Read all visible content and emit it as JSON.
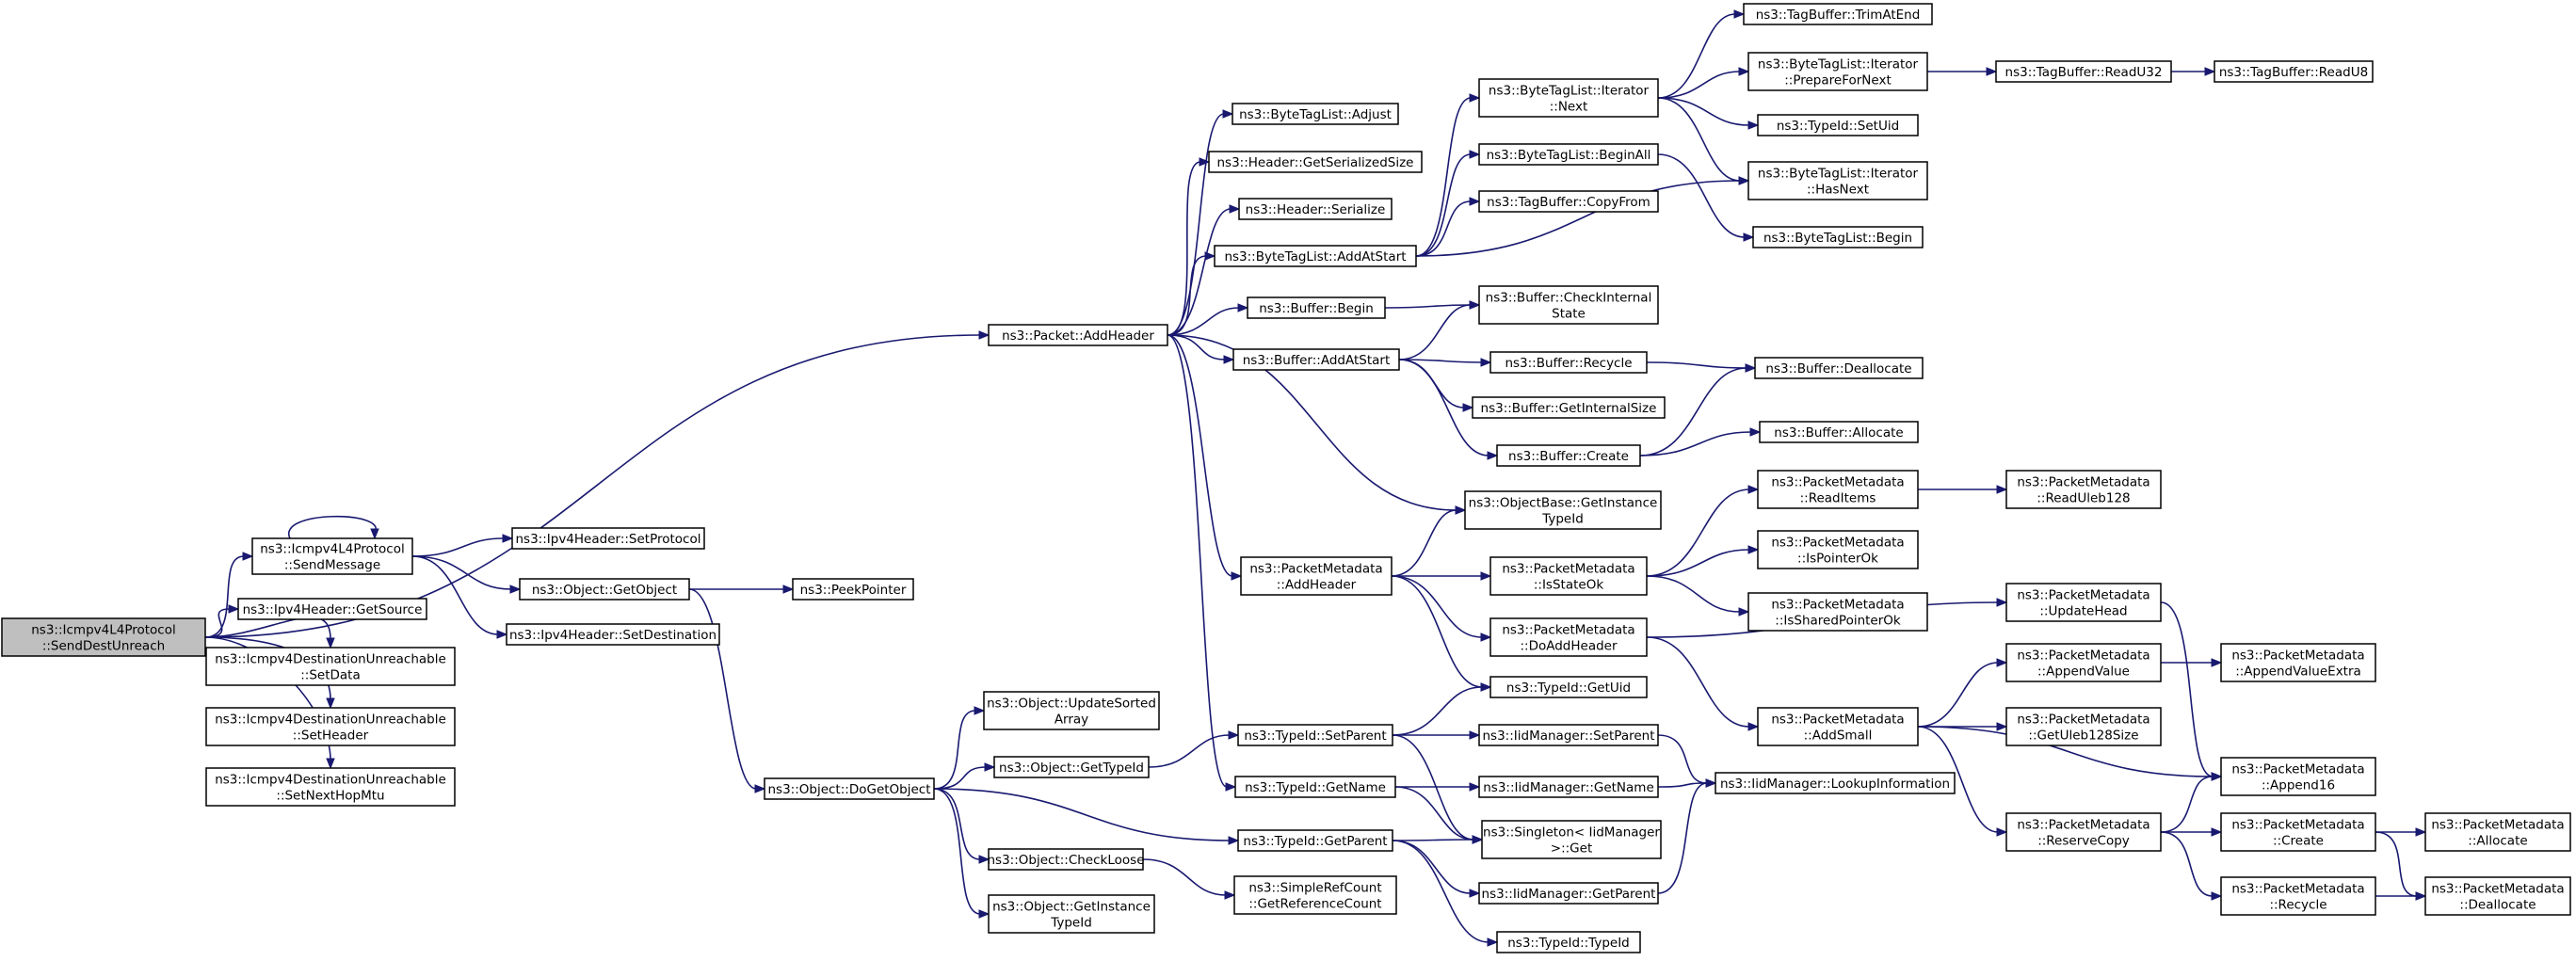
{
  "graph": {
    "root": "n0",
    "nodes": [
      {
        "id": "n0",
        "lines": [
          "ns3::Icmpv4L4Protocol",
          "::SendDestUnreach"
        ],
        "root": true
      },
      {
        "id": "n1",
        "lines": [
          "ns3::Packet::AddHeader"
        ]
      },
      {
        "id": "n2",
        "lines": [
          "ns3::Icmpv4L4Protocol",
          "::SendMessage"
        ]
      },
      {
        "id": "n3",
        "lines": [
          "ns3::Ipv4Header::GetSource"
        ]
      },
      {
        "id": "n4",
        "lines": [
          "ns3::Icmpv4DestinationUnreachable",
          "::SetData"
        ]
      },
      {
        "id": "n5",
        "lines": [
          "ns3::Icmpv4DestinationUnreachable",
          "::SetHeader"
        ]
      },
      {
        "id": "n6",
        "lines": [
          "ns3::Icmpv4DestinationUnreachable",
          "::SetNextHopMtu"
        ]
      },
      {
        "id": "n7",
        "lines": [
          "ns3::ByteTagList::Adjust"
        ]
      },
      {
        "id": "n8",
        "lines": [
          "ns3::Header::GetSerializedSize"
        ]
      },
      {
        "id": "n9",
        "lines": [
          "ns3::Header::Serialize"
        ]
      },
      {
        "id": "n10",
        "lines": [
          "ns3::ByteTagList::AddAtStart"
        ]
      },
      {
        "id": "n11",
        "lines": [
          "ns3::Buffer::Begin"
        ]
      },
      {
        "id": "n12",
        "lines": [
          "ns3::Buffer::AddAtStart"
        ]
      },
      {
        "id": "n13",
        "lines": [
          "ns3::ObjectBase::GetInstance",
          "TypeId"
        ]
      },
      {
        "id": "n14",
        "lines": [
          "ns3::PacketMetadata",
          "::AddHeader"
        ]
      },
      {
        "id": "n15",
        "lines": [
          "ns3::TypeId::GetName"
        ]
      },
      {
        "id": "n16",
        "lines": [
          "ns3::ByteTagList::Iterator",
          "::Next"
        ]
      },
      {
        "id": "n17",
        "lines": [
          "ns3::ByteTagList::BeginAll"
        ]
      },
      {
        "id": "n18",
        "lines": [
          "ns3::TagBuffer::CopyFrom"
        ]
      },
      {
        "id": "n19",
        "lines": [
          "ns3::ByteTagList::Iterator",
          "::HasNext"
        ]
      },
      {
        "id": "n20",
        "lines": [
          "ns3::TagBuffer::TrimAtEnd"
        ]
      },
      {
        "id": "n21",
        "lines": [
          "ns3::ByteTagList::Iterator",
          "::PrepareForNext"
        ]
      },
      {
        "id": "n22",
        "lines": [
          "ns3::TypeId::SetUid"
        ]
      },
      {
        "id": "n23",
        "lines": [
          "ns3::TagBuffer::ReadU32"
        ]
      },
      {
        "id": "n24",
        "lines": [
          "ns3::TagBuffer::ReadU8"
        ]
      },
      {
        "id": "n25",
        "lines": [
          "ns3::ByteTagList::Begin"
        ]
      },
      {
        "id": "n26",
        "lines": [
          "ns3::Buffer::CheckInternal",
          "State"
        ]
      },
      {
        "id": "n27",
        "lines": [
          "ns3::Buffer::Recycle"
        ]
      },
      {
        "id": "n28",
        "lines": [
          "ns3::Buffer::GetInternalSize"
        ]
      },
      {
        "id": "n29",
        "lines": [
          "ns3::Buffer::Create"
        ]
      },
      {
        "id": "n30",
        "lines": [
          "ns3::Buffer::Deallocate"
        ]
      },
      {
        "id": "n31",
        "lines": [
          "ns3::Buffer::Allocate"
        ]
      },
      {
        "id": "n32",
        "lines": [
          "ns3::PacketMetadata",
          "::IsStateOk"
        ]
      },
      {
        "id": "n33",
        "lines": [
          "ns3::PacketMetadata",
          "::DoAddHeader"
        ]
      },
      {
        "id": "n34",
        "lines": [
          "ns3::TypeId::GetUid"
        ]
      },
      {
        "id": "n35",
        "lines": [
          "ns3::PacketMetadata",
          "::ReadItems"
        ]
      },
      {
        "id": "n36",
        "lines": [
          "ns3::PacketMetadata",
          "::IsPointerOk"
        ]
      },
      {
        "id": "n37",
        "lines": [
          "ns3::PacketMetadata",
          "::IsSharedPointerOk"
        ]
      },
      {
        "id": "n38",
        "lines": [
          "ns3::PacketMetadata",
          "::ReadUleb128"
        ]
      },
      {
        "id": "n39",
        "lines": [
          "ns3::PacketMetadata",
          "::UpdateHead"
        ]
      },
      {
        "id": "n40",
        "lines": [
          "ns3::PacketMetadata",
          "::AddSmall"
        ]
      },
      {
        "id": "n41",
        "lines": [
          "ns3::PacketMetadata",
          "::AppendValue"
        ]
      },
      {
        "id": "n42",
        "lines": [
          "ns3::PacketMetadata",
          "::GetUleb128Size"
        ]
      },
      {
        "id": "n43",
        "lines": [
          "ns3::PacketMetadata",
          "::Append16"
        ]
      },
      {
        "id": "n44",
        "lines": [
          "ns3::PacketMetadata",
          "::ReserveCopy"
        ]
      },
      {
        "id": "n45",
        "lines": [
          "ns3::PacketMetadata",
          "::AppendValueExtra"
        ]
      },
      {
        "id": "n46",
        "lines": [
          "ns3::PacketMetadata",
          "::Create"
        ]
      },
      {
        "id": "n47",
        "lines": [
          "ns3::PacketMetadata",
          "::Recycle"
        ]
      },
      {
        "id": "n48",
        "lines": [
          "ns3::PacketMetadata",
          "::Allocate"
        ]
      },
      {
        "id": "n49",
        "lines": [
          "ns3::PacketMetadata",
          "::Deallocate"
        ]
      },
      {
        "id": "n50",
        "lines": [
          "ns3::Ipv4Header::SetProtocol"
        ]
      },
      {
        "id": "n51",
        "lines": [
          "ns3::Object::GetObject"
        ]
      },
      {
        "id": "n52",
        "lines": [
          "ns3::Ipv4Header::SetDestination"
        ]
      },
      {
        "id": "n53",
        "lines": [
          "ns3::PeekPointer"
        ]
      },
      {
        "id": "n54",
        "lines": [
          "ns3::Object::DoGetObject"
        ]
      },
      {
        "id": "n55",
        "lines": [
          "ns3::Object::UpdateSorted",
          "Array"
        ]
      },
      {
        "id": "n56",
        "lines": [
          "ns3::Object::GetTypeId"
        ]
      },
      {
        "id": "n57",
        "lines": [
          "ns3::TypeId::GetParent"
        ]
      },
      {
        "id": "n58",
        "lines": [
          "ns3::Object::CheckLoose"
        ]
      },
      {
        "id": "n59",
        "lines": [
          "ns3::Object::GetInstance",
          "TypeId"
        ]
      },
      {
        "id": "n60",
        "lines": [
          "ns3::TypeId::SetParent"
        ]
      },
      {
        "id": "n61",
        "lines": [
          "ns3::IidManager::SetParent"
        ]
      },
      {
        "id": "n62",
        "lines": [
          "ns3::Singleton< IidManager",
          " >::Get"
        ]
      },
      {
        "id": "n63",
        "lines": [
          "ns3::IidManager::LookupInformation"
        ]
      },
      {
        "id": "n64",
        "lines": [
          "ns3::IidManager::GetName"
        ]
      },
      {
        "id": "n65",
        "lines": [
          "ns3::IidManager::GetParent"
        ]
      },
      {
        "id": "n66",
        "lines": [
          "ns3::TypeId::TypeId"
        ]
      },
      {
        "id": "n67",
        "lines": [
          "ns3::SimpleRefCount",
          "::GetReferenceCount"
        ]
      }
    ],
    "edges": [
      [
        "n0",
        "n1"
      ],
      [
        "n0",
        "n2"
      ],
      [
        "n0",
        "n3"
      ],
      [
        "n0",
        "n4"
      ],
      [
        "n0",
        "n5"
      ],
      [
        "n0",
        "n6"
      ],
      [
        "n1",
        "n7"
      ],
      [
        "n1",
        "n8"
      ],
      [
        "n1",
        "n9"
      ],
      [
        "n1",
        "n10"
      ],
      [
        "n1",
        "n11"
      ],
      [
        "n1",
        "n12"
      ],
      [
        "n1",
        "n13"
      ],
      [
        "n1",
        "n14"
      ],
      [
        "n1",
        "n15"
      ],
      [
        "n10",
        "n16"
      ],
      [
        "n10",
        "n17"
      ],
      [
        "n10",
        "n18"
      ],
      [
        "n10",
        "n19"
      ],
      [
        "n16",
        "n20"
      ],
      [
        "n16",
        "n21"
      ],
      [
        "n16",
        "n22"
      ],
      [
        "n16",
        "n19"
      ],
      [
        "n21",
        "n23"
      ],
      [
        "n23",
        "n24"
      ],
      [
        "n17",
        "n25"
      ],
      [
        "n11",
        "n26"
      ],
      [
        "n12",
        "n26"
      ],
      [
        "n12",
        "n27"
      ],
      [
        "n12",
        "n28"
      ],
      [
        "n12",
        "n29"
      ],
      [
        "n27",
        "n30"
      ],
      [
        "n29",
        "n30"
      ],
      [
        "n29",
        "n31"
      ],
      [
        "n14",
        "n13"
      ],
      [
        "n14",
        "n32"
      ],
      [
        "n14",
        "n33"
      ],
      [
        "n14",
        "n34"
      ],
      [
        "n32",
        "n35"
      ],
      [
        "n32",
        "n36"
      ],
      [
        "n32",
        "n37"
      ],
      [
        "n35",
        "n38"
      ],
      [
        "n33",
        "n39"
      ],
      [
        "n33",
        "n40"
      ],
      [
        "n39",
        "n43"
      ],
      [
        "n40",
        "n41"
      ],
      [
        "n40",
        "n42"
      ],
      [
        "n40",
        "n43"
      ],
      [
        "n40",
        "n44"
      ],
      [
        "n41",
        "n45"
      ],
      [
        "n44",
        "n43"
      ],
      [
        "n44",
        "n46"
      ],
      [
        "n44",
        "n47"
      ],
      [
        "n46",
        "n48"
      ],
      [
        "n46",
        "n49"
      ],
      [
        "n47",
        "n49"
      ],
      [
        "n2",
        "n2"
      ],
      [
        "n2",
        "n50"
      ],
      [
        "n2",
        "n51"
      ],
      [
        "n2",
        "n52"
      ],
      [
        "n51",
        "n53"
      ],
      [
        "n51",
        "n54"
      ],
      [
        "n54",
        "n55"
      ],
      [
        "n54",
        "n56"
      ],
      [
        "n54",
        "n57"
      ],
      [
        "n54",
        "n58"
      ],
      [
        "n54",
        "n59"
      ],
      [
        "n56",
        "n60"
      ],
      [
        "n60",
        "n34"
      ],
      [
        "n60",
        "n61"
      ],
      [
        "n60",
        "n62"
      ],
      [
        "n61",
        "n63"
      ],
      [
        "n15",
        "n64"
      ],
      [
        "n15",
        "n62"
      ],
      [
        "n64",
        "n63"
      ],
      [
        "n57",
        "n62"
      ],
      [
        "n57",
        "n65"
      ],
      [
        "n57",
        "n66"
      ],
      [
        "n65",
        "n63"
      ],
      [
        "n58",
        "n67"
      ]
    ]
  }
}
